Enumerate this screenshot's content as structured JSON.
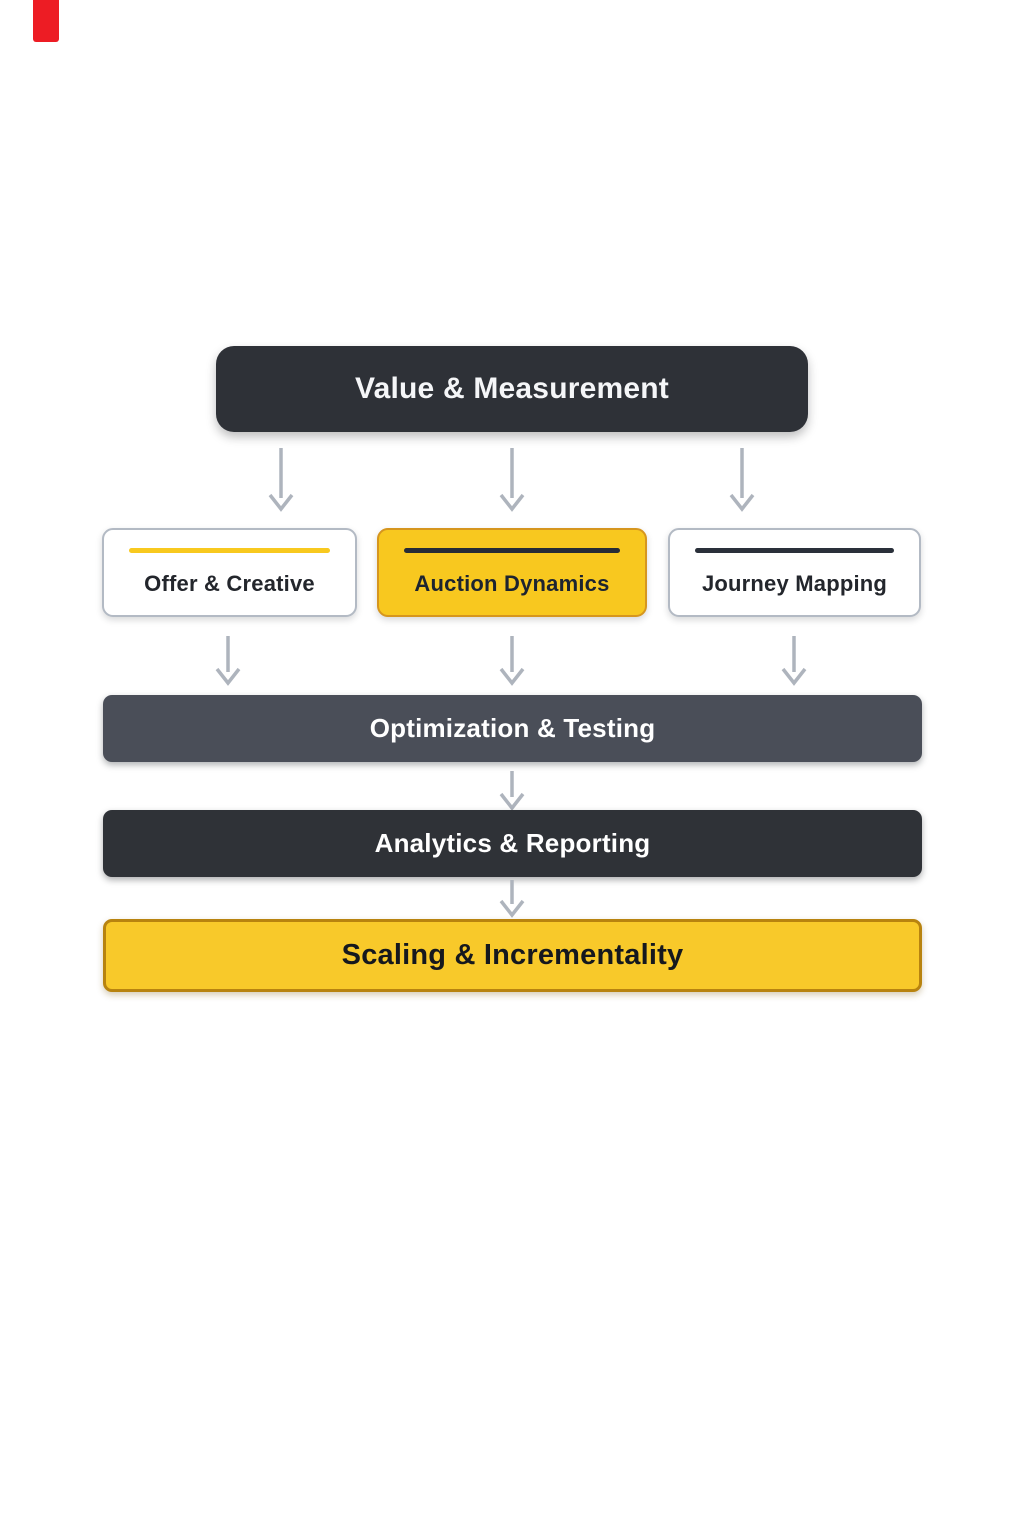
{
  "page": {
    "background": "#ffffff"
  },
  "marker": {
    "color": "#ed1c24"
  },
  "arrow_color": "#aeb4bd",
  "nodes": {
    "value_measurement": {
      "label": "Value & Measurement",
      "bg": "#2e3137",
      "text_color": "#f5f6f8"
    },
    "offer_creative": {
      "label": "Offer & Creative",
      "bg": "#ffffff",
      "border": "#b3bac4",
      "accent": "#f8c91f",
      "text_color": "#23262c"
    },
    "auction_dynamics": {
      "label": "Auction Dynamics",
      "bg": "#f8c81f",
      "border": "#d6961e",
      "accent": "#262c37",
      "text_color": "#1d2430"
    },
    "journey_mapping": {
      "label": "Journey Mapping",
      "bg": "#ffffff",
      "border": "#b3bac4",
      "accent": "#2a303a",
      "text_color": "#23262c"
    },
    "optimization_testing": {
      "label": "Optimization & Testing",
      "bg": "#4a4e58",
      "text_color": "#ffffff"
    },
    "analytics_reporting": {
      "label": "Analytics & Reporting",
      "bg": "#2f3237",
      "text_color": "#ffffff"
    },
    "scaling_incrementality": {
      "label": "Scaling & Incrementality",
      "bg": "#f8c92a",
      "border": "#b8830f",
      "text_color": "#15181e"
    }
  }
}
